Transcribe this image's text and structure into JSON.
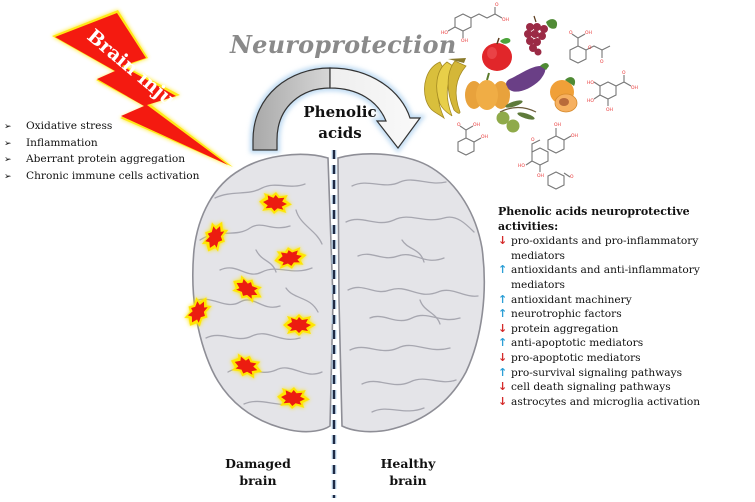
{
  "title": "Neuroprotection",
  "arrow_label": [
    "Phenolic",
    "acids"
  ],
  "injury": {
    "label": "Brain injury",
    "bullet_glyph": "➢",
    "causes": [
      "Oxidative stress",
      "Inflammation",
      "Aberrant protein aggregation",
      "Chronic immune cells activation"
    ]
  },
  "activities": {
    "heading": "Phenolic acids neuroprotective activities:",
    "items": [
      {
        "direction": "down",
        "glyph": "↓",
        "text": "pro-oxidants and pro-inflammatory mediators"
      },
      {
        "direction": "up",
        "glyph": "↑",
        "text": "antioxidants and anti-inflammatory mediators"
      },
      {
        "direction": "up",
        "glyph": "↑",
        "text": "antioxidant machinery"
      },
      {
        "direction": "up",
        "glyph": "↑",
        "text": "neurotrophic factors"
      },
      {
        "direction": "down",
        "glyph": "↓",
        "text": "protein aggregation"
      },
      {
        "direction": "up",
        "glyph": "↑",
        "text": "anti-apoptotic mediators"
      },
      {
        "direction": "down",
        "glyph": "↓",
        "text": "pro-apoptotic mediators"
      },
      {
        "direction": "up",
        "glyph": "↑",
        "text": "pro-survival signaling pathways"
      },
      {
        "direction": "down",
        "glyph": "↓",
        "text": "cell death signaling pathways"
      },
      {
        "direction": "down",
        "glyph": "↓",
        "text": "astrocytes and microglia activation"
      }
    ]
  },
  "brains": {
    "damaged": [
      "Damaged",
      "brain"
    ],
    "healthy": [
      "Healthy",
      "brain"
    ]
  },
  "molecule_atom_labels": {
    "hydroxyl": "OH",
    "oxygen": "O",
    "ho": "HO"
  },
  "foods": [
    "banana",
    "apple",
    "grapes",
    "pumpkin",
    "eggplant",
    "olives",
    "apricot"
  ],
  "colors": {
    "injury_red": "#f41a10",
    "injury_glow": "#ffe600",
    "down_arrow": "#d42a2a",
    "up_arrow": "#2c9fd6",
    "title_gray": "#8a8a8a",
    "brain_fill": "#e4e4e8",
    "brain_outline": "#8e8e96",
    "molecule_bond": "#777777",
    "molecule_atom": "#e83030",
    "arrow_glow": "#bcd9f2"
  }
}
